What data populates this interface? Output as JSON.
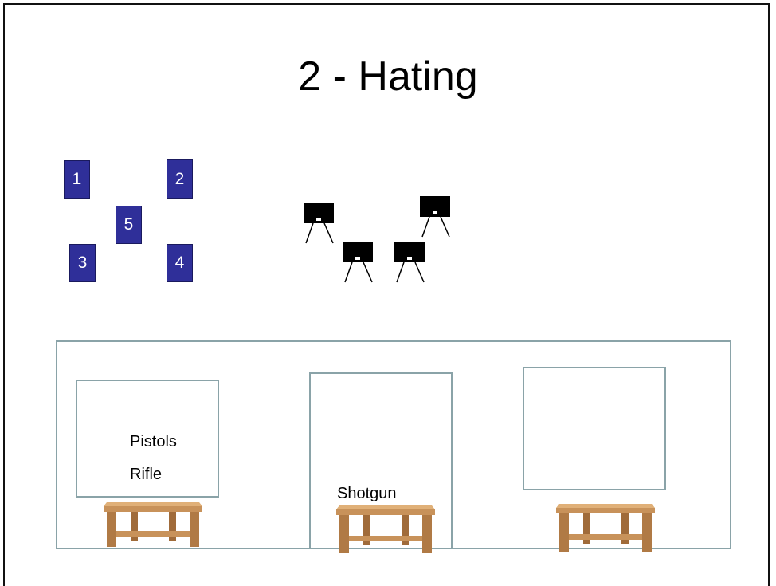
{
  "title": "2 - Hating",
  "shooting_positions": [
    "1",
    "2",
    "5",
    "3",
    "4"
  ],
  "target_icon": "steel-target-icon",
  "bays": [
    {
      "labels": [
        "Pistols",
        "Rifle"
      ]
    },
    {
      "labels": [
        "Shotgun"
      ]
    },
    {
      "labels": []
    }
  ],
  "table_icon": "wooden-table-icon",
  "colors": {
    "position_fill": "#2f2f99",
    "bay_outline": "#8aa3a8",
    "target_fill": "#000000",
    "table_wood": "#c8925a"
  }
}
